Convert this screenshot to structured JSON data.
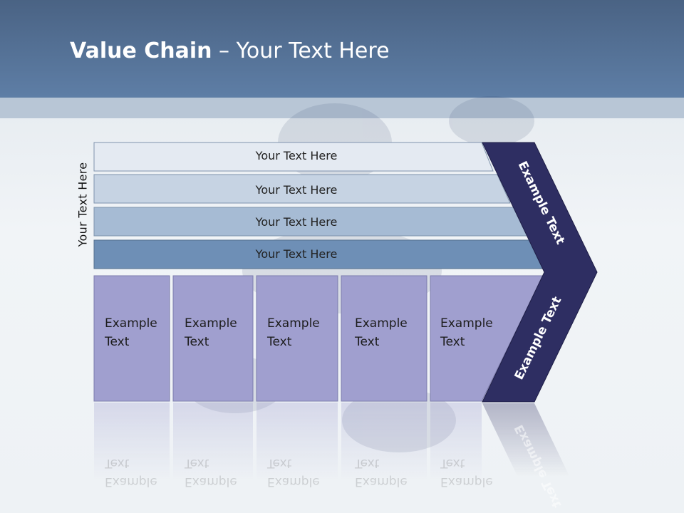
{
  "title": {
    "bold": "Value Chain",
    "rest": " – Your Text Here"
  },
  "side_label": "Your Text Here",
  "bars": [
    {
      "label": "Your Text Here",
      "color": "#e4eaf2"
    },
    {
      "label": "Your Text Here",
      "color": "#c6d3e3"
    },
    {
      "label": "Your Text Here",
      "color": "#a6bbd4"
    },
    {
      "label": "Your Text Here",
      "color": "#6e8fb6"
    }
  ],
  "boxes": [
    {
      "line1": "Example",
      "line2": "Text"
    },
    {
      "line1": "Example",
      "line2": "Text"
    },
    {
      "line1": "Example",
      "line2": "Text"
    },
    {
      "line1": "Example",
      "line2": "Text"
    },
    {
      "line1": "Example",
      "line2": "Text"
    }
  ],
  "chevron": {
    "upper": "Example Text",
    "lower": "Example Text"
  },
  "colors": {
    "box": "#a09fcf",
    "chevron": "#2e2e62",
    "header": "#5a7aa0"
  }
}
